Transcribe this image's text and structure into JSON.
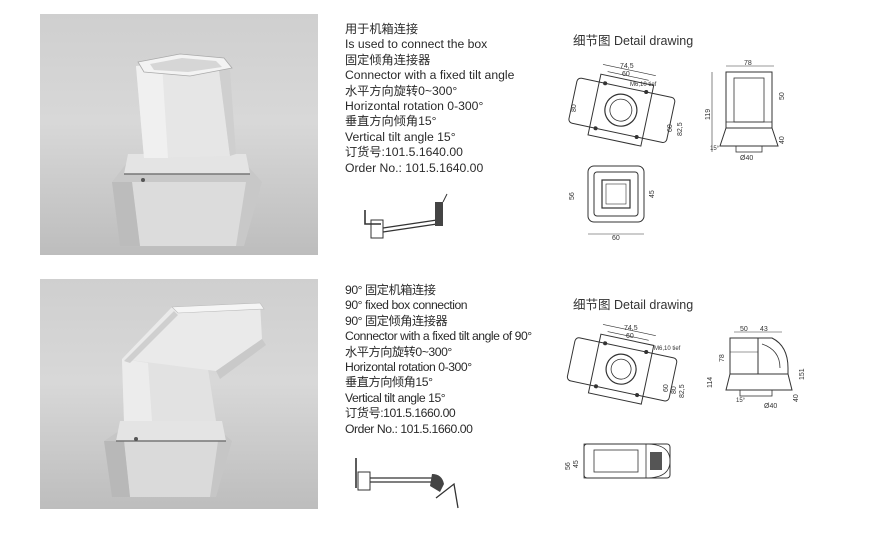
{
  "products": [
    {
      "lines": [
        "用于机箱连接",
        "Is used to connect the box",
        "固定倾角连接器",
        "Connector with a fixed tilt angle",
        "水平方向旋转0~300°",
        "Horizontal rotation 0-300°",
        "垂直方向倾角15°",
        "Vertical tilt angle 15°",
        "订货号:101.5.1640.00",
        "Order No.: 101.5.1640.00"
      ],
      "detail_title": "细节图 Detail drawing",
      "top_view": {
        "d1": "74,5",
        "d2": "60",
        "thread": "M6,10 tief",
        "d3": "80",
        "d4": "60",
        "d5": "82,5"
      },
      "side_view": {
        "d1": "78",
        "d2": "50",
        "d3": "119",
        "d4": "40",
        "d5": "15°",
        "d6": "Ø40"
      },
      "bottom_view": {
        "d1": "56",
        "d2": "45",
        "d3": "60"
      }
    },
    {
      "lines": [
        "90° 固定机箱连接",
        "90°  fixed box connection",
        "90° 固定倾角连接器",
        "Connector with a fixed tilt angle of 90°",
        "水平方向旋转0~300°",
        "Horizontal rotation 0-300°",
        "垂直方向倾角15°",
        "Vertical tilt angle 15°",
        "订货号:101.5.1660.00",
        "Order No.: 101.5.1660.00"
      ],
      "detail_title": "细节图 Detail drawing",
      "top_view": {
        "d1": "74,5",
        "d2": "60",
        "thread": "M6,10 tief",
        "d3": "80",
        "d4": "60",
        "d5": "82,5"
      },
      "side_view": {
        "d1": "50",
        "d2": "43",
        "d3": "78",
        "d4": "114",
        "d5": "151",
        "d6": "40",
        "d7": "15°",
        "d8": "Ø40"
      },
      "bottom_view": {
        "d1": "56",
        "d2": "45"
      }
    }
  ]
}
